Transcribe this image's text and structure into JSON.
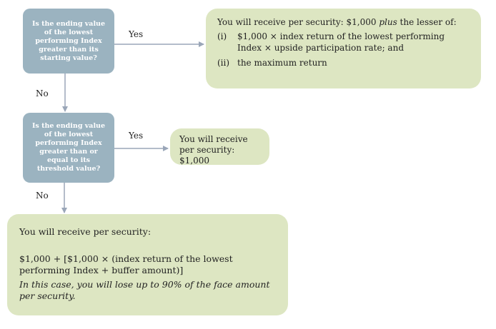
{
  "decision_1": {
    "text": "Is the ending value of the lowest performing Index greater than its starting value?"
  },
  "decision_2": {
    "text": "Is the ending value of the lowest performing Index greater than or equal to its threshold value?"
  },
  "edge_labels": {
    "yes_1": "Yes",
    "no_1": "No",
    "yes_2": "Yes",
    "no_2": "No"
  },
  "outcome_1": {
    "head_pre": "You will receive per security: $1,000 ",
    "head_em": "plus",
    "head_post": " the lesser of:",
    "items": [
      {
        "num": "(i)",
        "text": "$1,000 × index return of the lowest performing Index × upside participation rate; and"
      },
      {
        "num": "(ii)",
        "text": "the maximum return"
      }
    ]
  },
  "outcome_2": {
    "text": "You will receive per security: $1,000"
  },
  "outcome_3": {
    "line1": "You will receive per security:",
    "line2": "$1,000 + [$1,000 × (index return of the lowest performing Index + buffer amount)]",
    "line3": "In this case, you will lose up to 90% of the face amount per security."
  },
  "colors": {
    "decision_fill": "#9bb3c0",
    "outcome_fill": "#dde6c2",
    "connector": "#9aa6b8"
  }
}
